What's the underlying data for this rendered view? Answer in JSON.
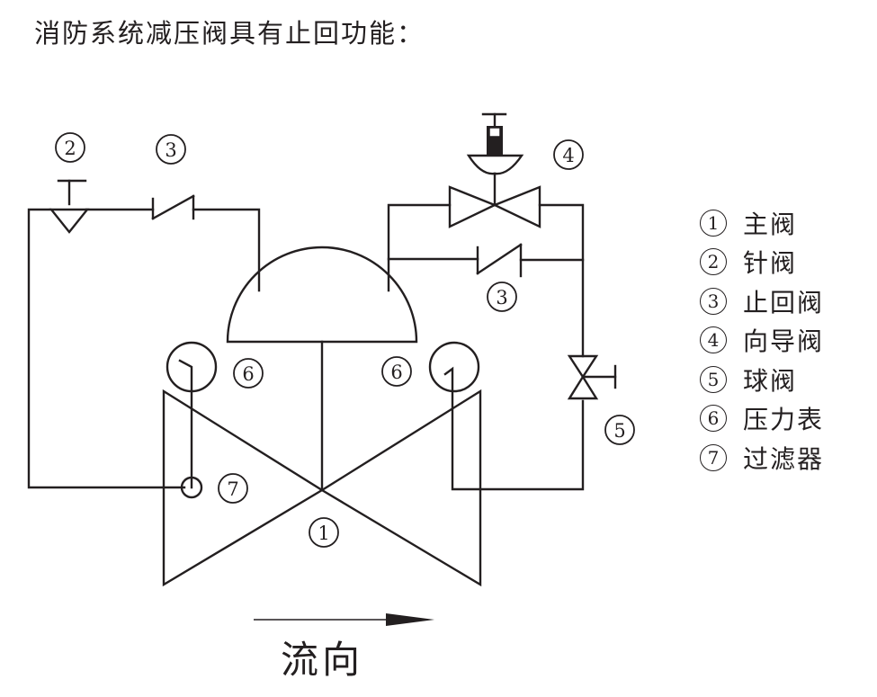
{
  "title": "消防系统减压阀具有止回功能：",
  "callouts": {
    "main_valve": "1",
    "needle_valve": "2",
    "check_valve_top": "3",
    "check_valve_right": "3",
    "pilot_valve": "4",
    "ball_valve": "5",
    "gauge_left": "6",
    "gauge_right": "6",
    "filter": "7"
  },
  "legend": [
    {
      "num": "1",
      "label": "主阀"
    },
    {
      "num": "2",
      "label": "针阀"
    },
    {
      "num": "3",
      "label": "止回阀"
    },
    {
      "num": "4",
      "label": "向导阀"
    },
    {
      "num": "5",
      "label": "球阀"
    },
    {
      "num": "6",
      "label": "压力表"
    },
    {
      "num": "7",
      "label": "过滤器"
    }
  ],
  "flow": {
    "label": "流向",
    "direction": "right"
  },
  "colors": {
    "line": "#231f20",
    "background": "#ffffff"
  }
}
